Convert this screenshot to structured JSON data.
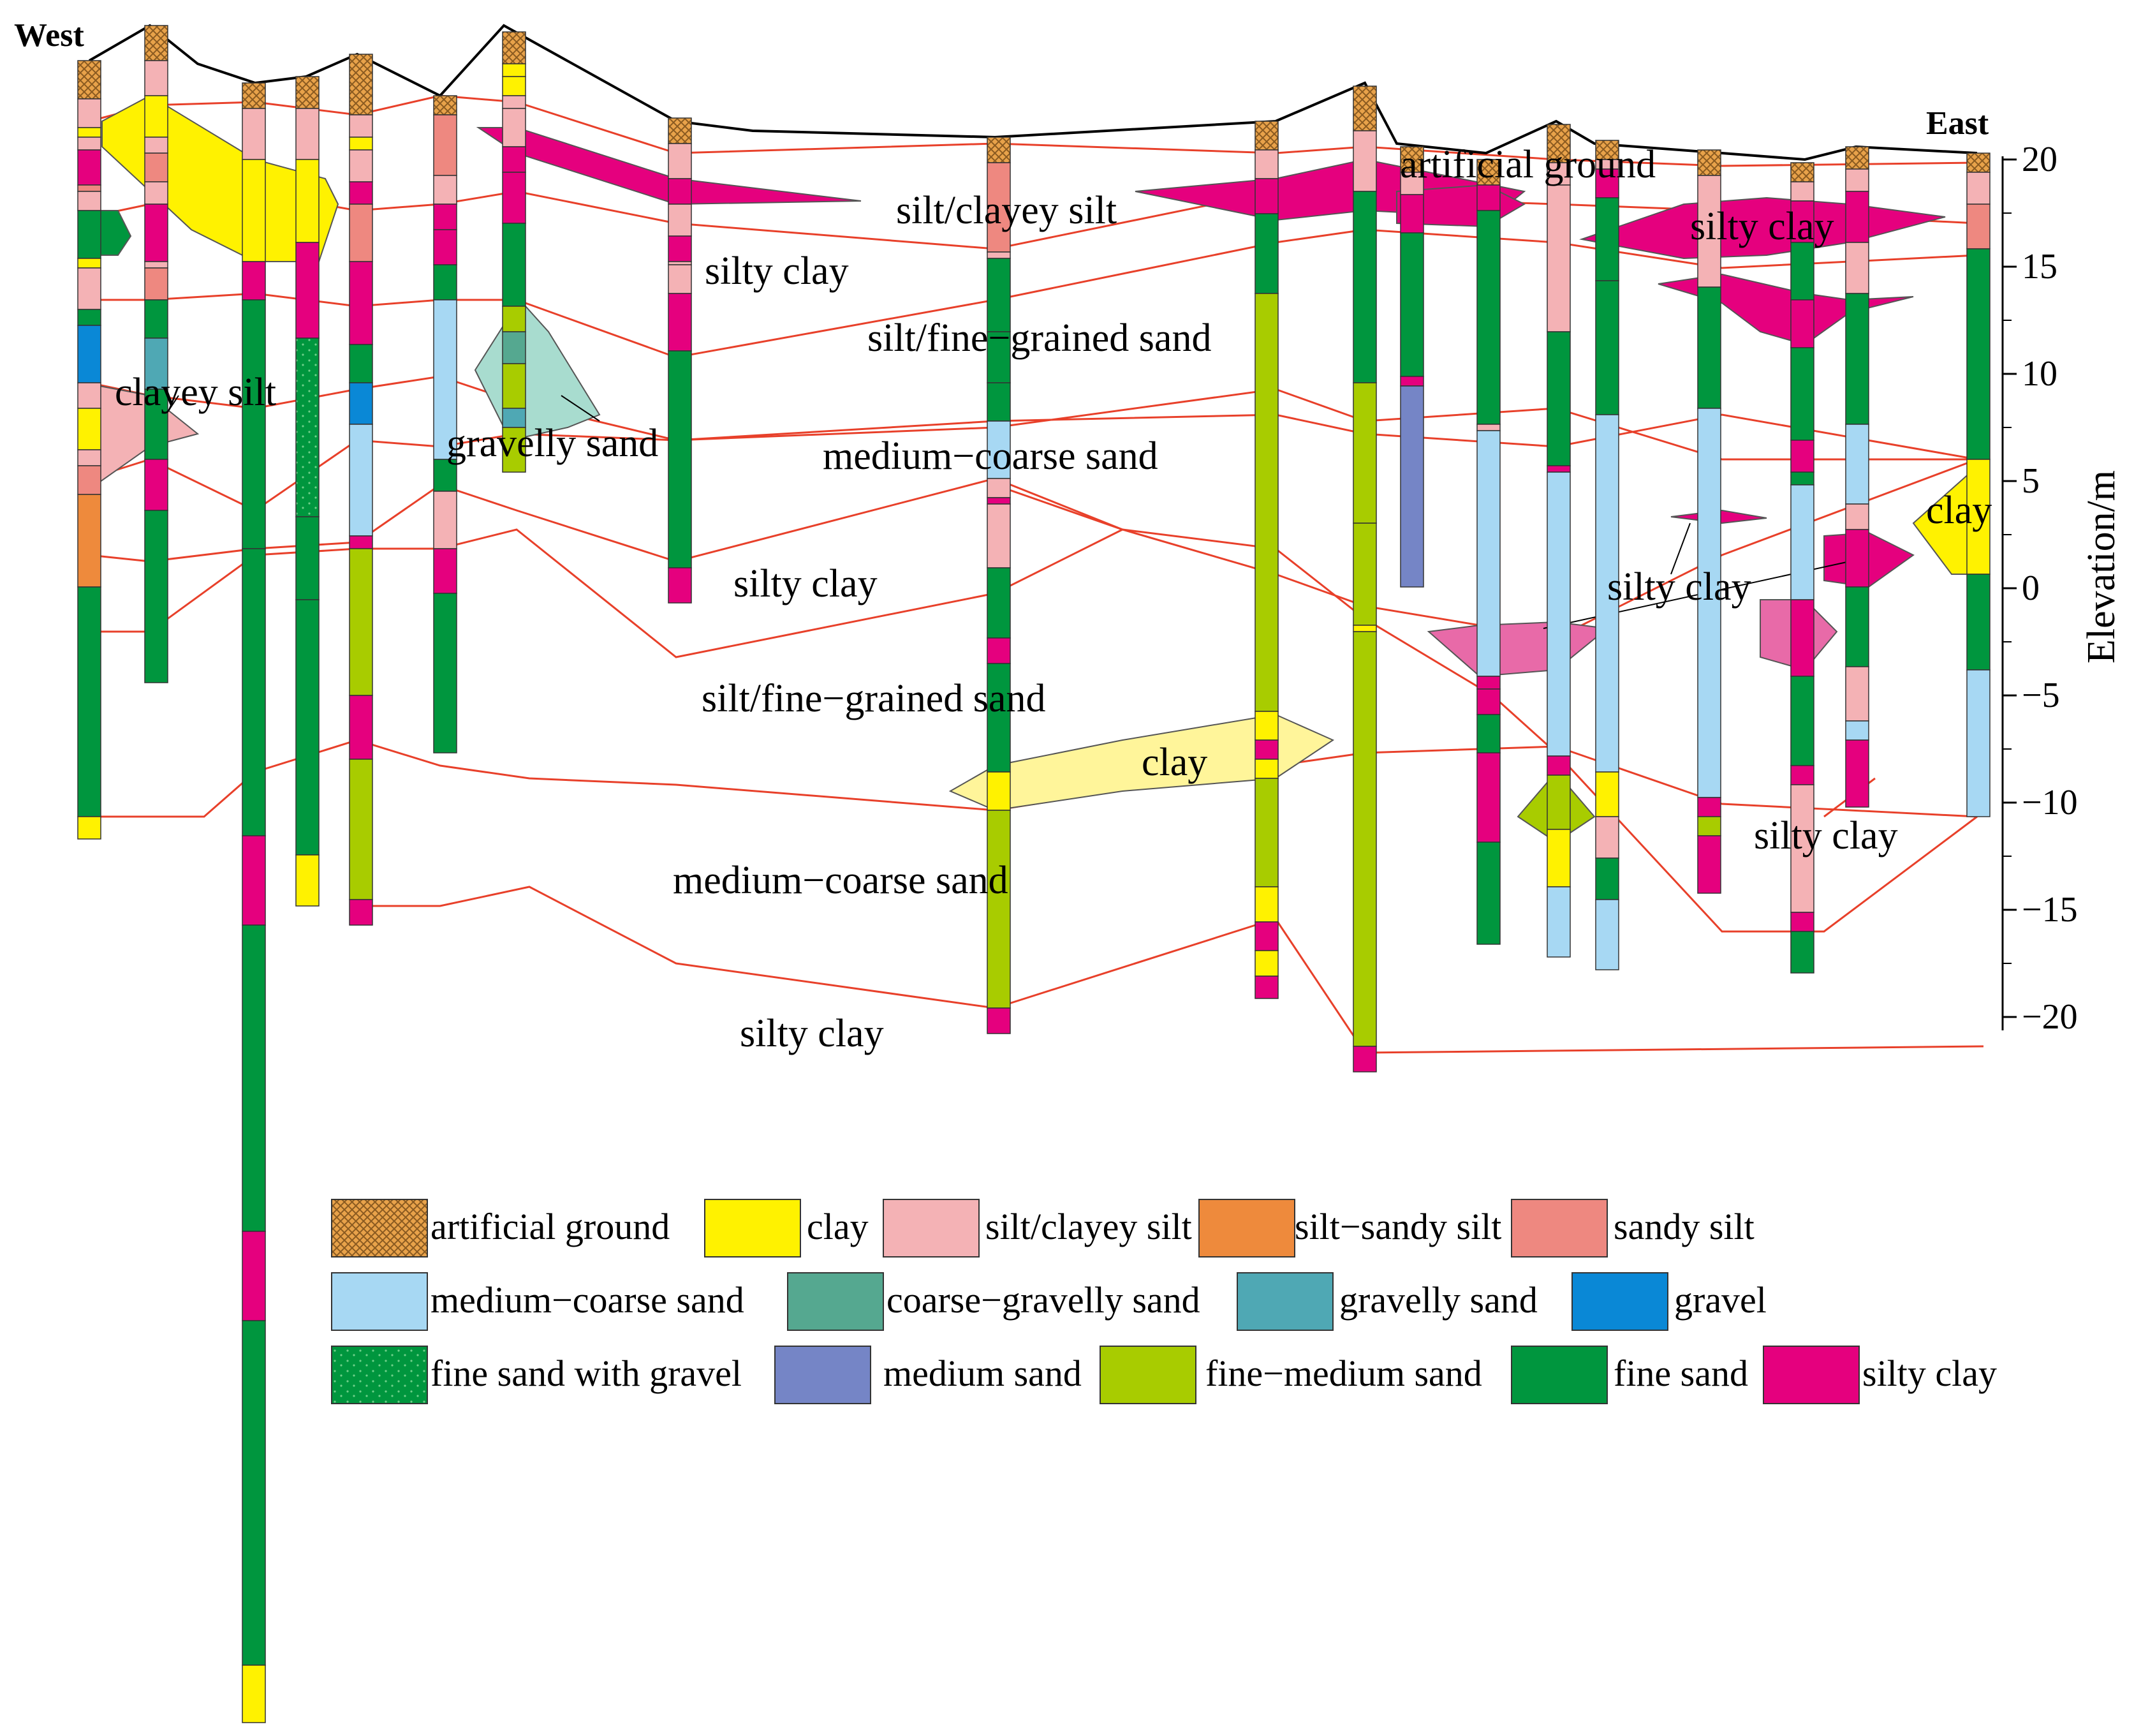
{
  "titles": {
    "west": "West",
    "east": "East"
  },
  "axis": {
    "title": "Elevation/m",
    "ticks": [
      "20",
      "15",
      "10",
      "5",
      "0",
      "−5",
      "−10",
      "−15",
      "−20"
    ]
  },
  "layer_labels": [
    "artificial ground",
    "silt/clayey silt",
    "silty clay",
    "silty clay",
    "silt/fine−grained sand",
    "clayey silt",
    "gravelly sand",
    "medium−coarse sand",
    "clay",
    "silty clay",
    "silty clay",
    "silt/fine−grained sand",
    "clay",
    "silty clay",
    "medium−coarse sand",
    "silty clay"
  ],
  "legend": [
    {
      "label": "artificial ground",
      "color": "#E8A24A",
      "pattern": "crosshatch"
    },
    {
      "label": "clay",
      "color": "#FFF200"
    },
    {
      "label": "silt/clayey silt",
      "color": "#F4B2B5"
    },
    {
      "label": "silt−sandy silt",
      "color": "#EE8A3C"
    },
    {
      "label": "sandy silt",
      "color": "#EE8880"
    },
    {
      "label": "medium−coarse sand",
      "color": "#A7D8F3"
    },
    {
      "label": "coarse−gravelly sand",
      "color": "#55A890"
    },
    {
      "label": "gravelly sand",
      "color": "#4FA8B4"
    },
    {
      "label": "gravel",
      "color": "#0A88D6"
    },
    {
      "label": "fine sand with gravel",
      "color": "#00963E",
      "pattern": "dots"
    },
    {
      "label": "medium sand",
      "color": "#7585C6"
    },
    {
      "label": "fine−medium sand",
      "color": "#A8CC00"
    },
    {
      "label": "fine sand",
      "color": "#00963E"
    },
    {
      "label": "silty clay",
      "color": "#E5007E"
    }
  ],
  "colors": {
    "boundary_line": "#E8402A",
    "ground_surface": "#000000",
    "lens_clay": "#FFF59A",
    "lens_silty_clay": "#E5007E",
    "lens_silty_clay_light": "#E86AA8",
    "lens_silt": "#F4B2B5",
    "lens_gravelly_sand": "#A8DCCF"
  }
}
